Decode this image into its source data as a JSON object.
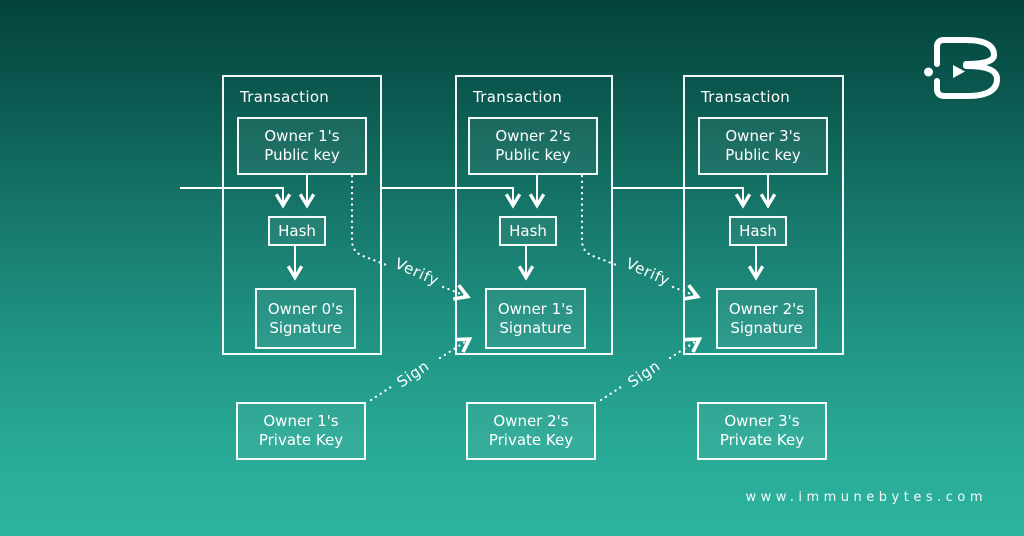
{
  "branding": {
    "logo_name": "immunebytes-logo",
    "website": "www.immunebytes.com"
  },
  "diagram": {
    "transactions": [
      {
        "label": "Transaction",
        "public_key": {
          "line1": "Owner 1's",
          "line2": "Public key"
        },
        "hash_label": "Hash",
        "signature": {
          "line1": "Owner 0's",
          "line2": "Signature"
        }
      },
      {
        "label": "Transaction",
        "public_key": {
          "line1": "Owner 2's",
          "line2": "Public key"
        },
        "hash_label": "Hash",
        "signature": {
          "line1": "Owner 1's",
          "line2": "Signature"
        }
      },
      {
        "label": "Transaction",
        "public_key": {
          "line1": "Owner 3's",
          "line2": "Public key"
        },
        "hash_label": "Hash",
        "signature": {
          "line1": "Owner 2's",
          "line2": "Signature"
        }
      }
    ],
    "private_keys": [
      {
        "line1": "Owner 1's",
        "line2": "Private Key"
      },
      {
        "line1": "Owner 2's",
        "line2": "Private Key"
      },
      {
        "line1": "Owner 3's",
        "line2": "Private Key"
      }
    ],
    "edge_labels": {
      "verify1": "Verify",
      "sign1": "Sign",
      "verify2": "Verify",
      "sign2": "Sign"
    }
  },
  "colors": {
    "background_top": "#04433d",
    "background_bottom": "#2db4a0",
    "line": "#ffffff",
    "text": "#ffffff"
  }
}
